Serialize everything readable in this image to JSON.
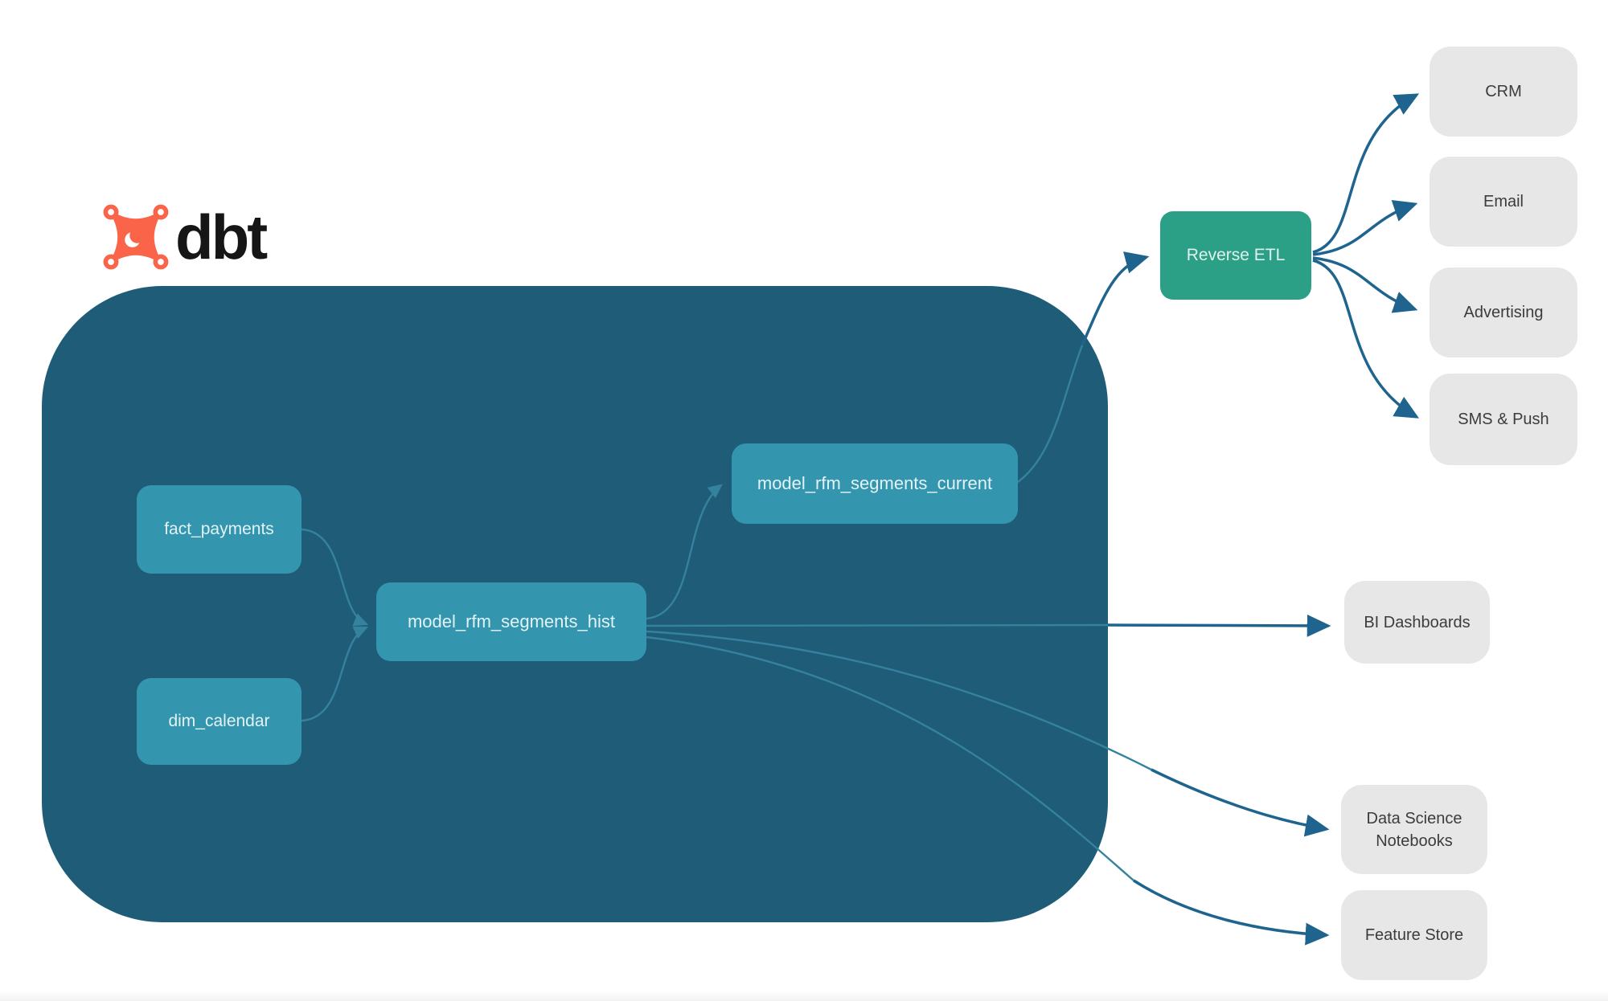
{
  "brand": {
    "name": "dbt"
  },
  "nodes": {
    "fact_payments": {
      "label": "fact_payments"
    },
    "dim_calendar": {
      "label": "dim_calendar"
    },
    "model_rfm_segments_hist": {
      "label": "model_rfm_segments_hist"
    },
    "model_rfm_segments_current": {
      "label": "model_rfm_segments_current"
    },
    "reverse_etl": {
      "label": "Reverse ETL"
    },
    "crm": {
      "label": "CRM"
    },
    "email": {
      "label": "Email"
    },
    "advertising": {
      "label": "Advertising"
    },
    "sms_push": {
      "label": "SMS & Push"
    },
    "bi_dashboards": {
      "label": "BI Dashboards"
    },
    "data_science_notebooks": {
      "label": "Data Science Notebooks"
    },
    "feature_store": {
      "label": "Feature Store"
    }
  },
  "edges": [
    {
      "from": "fact_payments",
      "to": "model_rfm_segments_hist"
    },
    {
      "from": "dim_calendar",
      "to": "model_rfm_segments_hist"
    },
    {
      "from": "model_rfm_segments_hist",
      "to": "model_rfm_segments_current"
    },
    {
      "from": "model_rfm_segments_current",
      "to": "reverse_etl"
    },
    {
      "from": "reverse_etl",
      "to": "crm"
    },
    {
      "from": "reverse_etl",
      "to": "email"
    },
    {
      "from": "reverse_etl",
      "to": "advertising"
    },
    {
      "from": "reverse_etl",
      "to": "sms_push"
    },
    {
      "from": "model_rfm_segments_hist",
      "to": "bi_dashboards"
    },
    {
      "from": "model_rfm_segments_hist",
      "to": "data_science_notebooks"
    },
    {
      "from": "model_rfm_segments_hist",
      "to": "feature_store"
    }
  ],
  "colors": {
    "warehouse_container": "#1E5C78",
    "model_node": "#3396AE",
    "reverse_etl_node": "#2BA086",
    "destination_node": "#E7E7E7",
    "edge_dark": "#1F648E",
    "edge_light": "#35829F",
    "brand_orange": "#FA6549",
    "node_text": "#E3F2F7",
    "destination_text": "#3C3C3C"
  }
}
